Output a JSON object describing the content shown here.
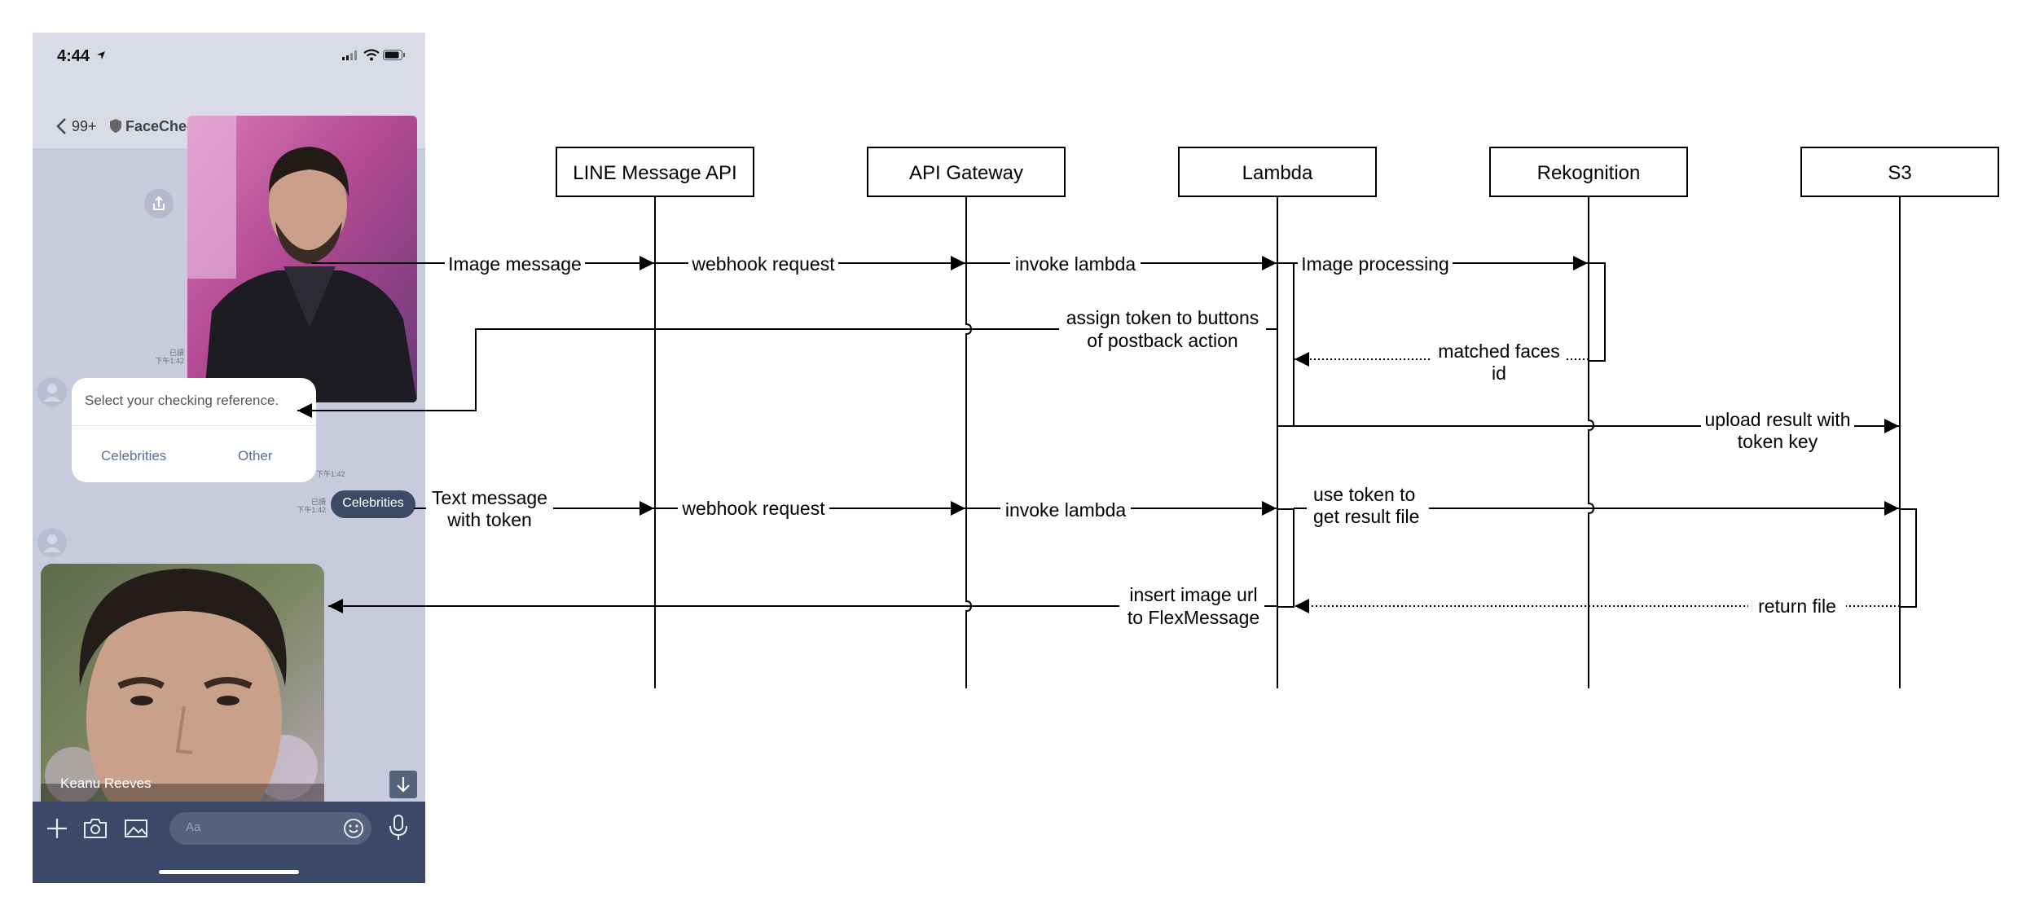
{
  "phone": {
    "status_time": "4:44",
    "back_count": "99+",
    "chat_name": "FaceCheck",
    "bubble_prompt": "Select your checking reference.",
    "bubble_option_1": "Celebrities",
    "bubble_option_2": "Other",
    "sent_reply": "Celebrities",
    "read_mark": "已讀",
    "time_mark": "下午1:42",
    "photo_caption": "Keanu Reeves",
    "input_placeholder": "Aa",
    "colors": {
      "chat_bg": "#c8cbdb",
      "input_bar": "#3b4867",
      "pill": "#3d4a66",
      "option_text": "#5b6f9a"
    },
    "icons": [
      "location-arrow-icon",
      "signal-icon",
      "wifi-icon",
      "battery-icon",
      "back-chevron-icon",
      "shield-icon",
      "search-icon",
      "notes-icon",
      "menu-icon",
      "share-icon",
      "avatar-icon",
      "plus-icon",
      "camera-icon",
      "image-icon",
      "emoji-icon",
      "microphone-icon",
      "arrow-down-icon"
    ]
  },
  "diagram": {
    "participants": [
      "LINE Message API",
      "API Gateway",
      "Lambda",
      "Rekognition",
      "S3"
    ],
    "messages": [
      {
        "from": "Phone",
        "to": "LINE Message API",
        "label": [
          "Image message"
        ],
        "style": "solid"
      },
      {
        "from": "LINE Message API",
        "to": "API Gateway",
        "label": [
          "webhook request"
        ],
        "style": "solid"
      },
      {
        "from": "API Gateway",
        "to": "Lambda",
        "label": [
          "invoke lambda"
        ],
        "style": "solid"
      },
      {
        "from": "Lambda",
        "to": "Rekognition",
        "label": [
          "Image processing"
        ],
        "style": "solid"
      },
      {
        "from": "Lambda",
        "to": "Phone",
        "label": [
          "assign token to buttons",
          "of postback action"
        ],
        "style": "solid"
      },
      {
        "from": "Rekognition",
        "to": "Lambda",
        "label": [
          "matched faces",
          "id"
        ],
        "style": "dotted"
      },
      {
        "from": "Lambda",
        "to": "S3",
        "label": [
          "upload result with",
          "token key"
        ],
        "style": "solid"
      },
      {
        "from": "Phone",
        "to": "LINE Message API",
        "label": [
          "Text message",
          "with token"
        ],
        "style": "solid"
      },
      {
        "from": "LINE Message API",
        "to": "API Gateway",
        "label": [
          "webhook request"
        ],
        "style": "solid"
      },
      {
        "from": "API Gateway",
        "to": "Lambda",
        "label": [
          "invoke lambda"
        ],
        "style": "solid"
      },
      {
        "from": "Lambda",
        "to": "S3",
        "label": [
          "use token to",
          "get result file"
        ],
        "style": "solid"
      },
      {
        "from": "S3",
        "to": "Lambda",
        "label": [
          "return file"
        ],
        "style": "dotted"
      },
      {
        "from": "Lambda",
        "to": "Phone",
        "label": [
          "insert image url",
          "to FlexMessage"
        ],
        "style": "solid"
      }
    ]
  }
}
